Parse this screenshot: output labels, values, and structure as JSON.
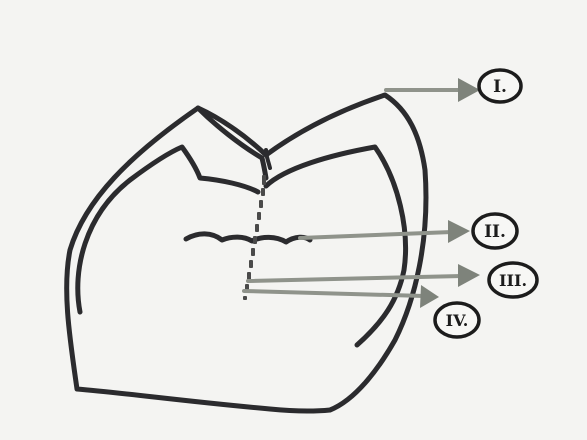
{
  "diagram": {
    "colors": {
      "background": "#f4f4f2",
      "outline": "#2b2b2e",
      "arrow": "#8f938b",
      "arrow_head": "#7e837b",
      "dots": "#4a4a4a",
      "label_ink": "#1c1c1c"
    },
    "labels": [
      {
        "id": "I",
        "text": "I."
      },
      {
        "id": "II",
        "text": "II."
      },
      {
        "id": "III",
        "text": "III."
      },
      {
        "id": "IV",
        "text": "IV."
      }
    ]
  }
}
